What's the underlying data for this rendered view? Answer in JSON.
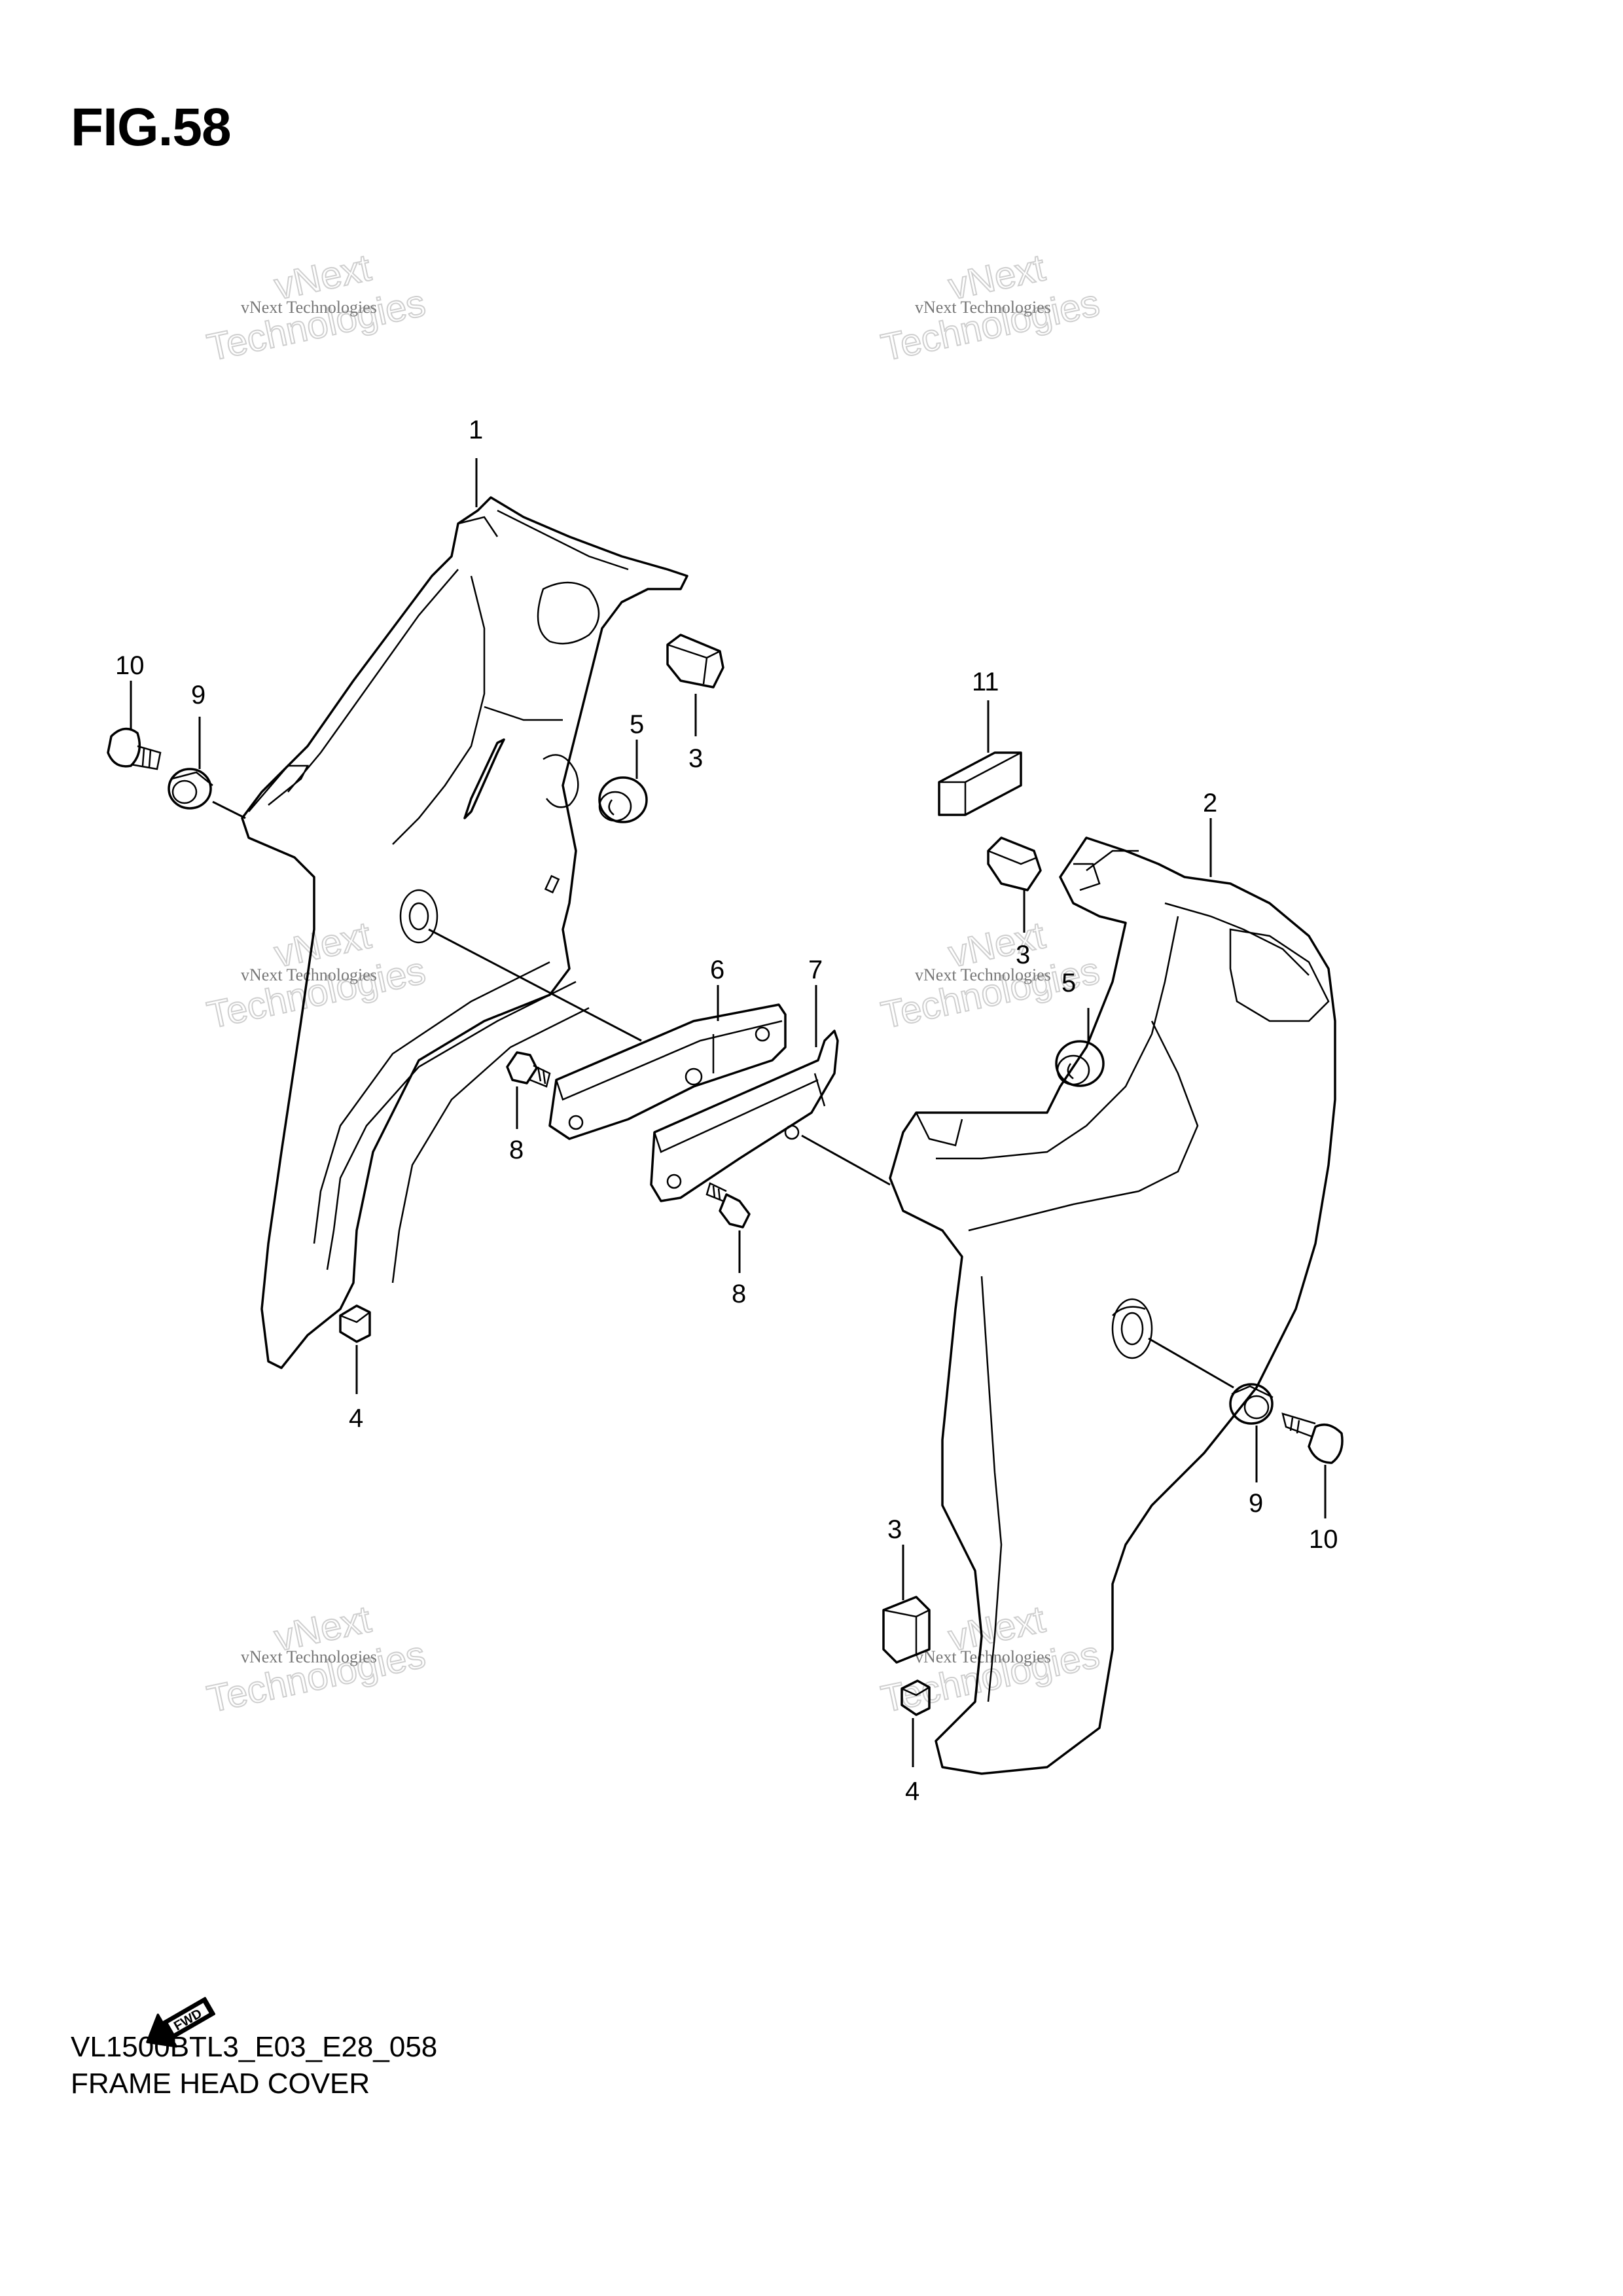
{
  "figure": {
    "title": "FIG.58"
  },
  "footer": {
    "model_code": "VL1500BTL3_E03_E28_058",
    "section_name": "FRAME HEAD COVER"
  },
  "fwd_label": "FWD",
  "watermark": {
    "line1": "vNext Technologies",
    "line2": "Technologies",
    "line3": "vNext"
  },
  "callouts": {
    "c1": "1",
    "c2": "2",
    "c3a": "3",
    "c3b": "3",
    "c3c": "3",
    "c4a": "4",
    "c4b": "4",
    "c5a": "5",
    "c5b": "5",
    "c6": "6",
    "c7": "7",
    "c8a": "8",
    "c8b": "8",
    "c9a": "9",
    "c9b": "9",
    "c10a": "10",
    "c10b": "10",
    "c11": "11"
  }
}
